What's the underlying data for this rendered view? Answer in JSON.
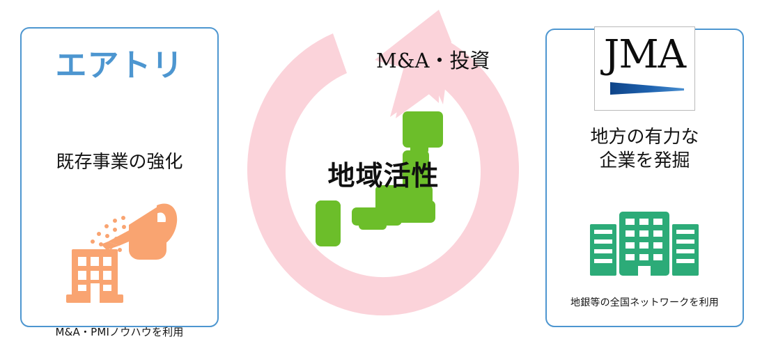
{
  "diagram": {
    "title_text": "地域活性",
    "flow_label": "M&A・投資",
    "colors": {
      "card_border": "#4d96d0",
      "brand_blue": "#4d96d0",
      "arrow_pink": "#fbd3da",
      "map_green": "#6cbe2a",
      "watering_orange": "#f9a471",
      "buildings_green": "#2cab78",
      "jma_wedge_blue": "#15549b"
    }
  },
  "left_card": {
    "brand": "エアトリ",
    "heading": "既存事業の強化",
    "footnote": "M&A・PMIノウハウを利用",
    "icon": "watering-can-building-icon"
  },
  "right_card": {
    "logo_text": "JMA",
    "heading_line1": "地方の有力な",
    "heading_line2": "企業を発掘",
    "footnote": "地銀等の全国ネットワークを利用",
    "icon": "office-buildings-icon"
  }
}
